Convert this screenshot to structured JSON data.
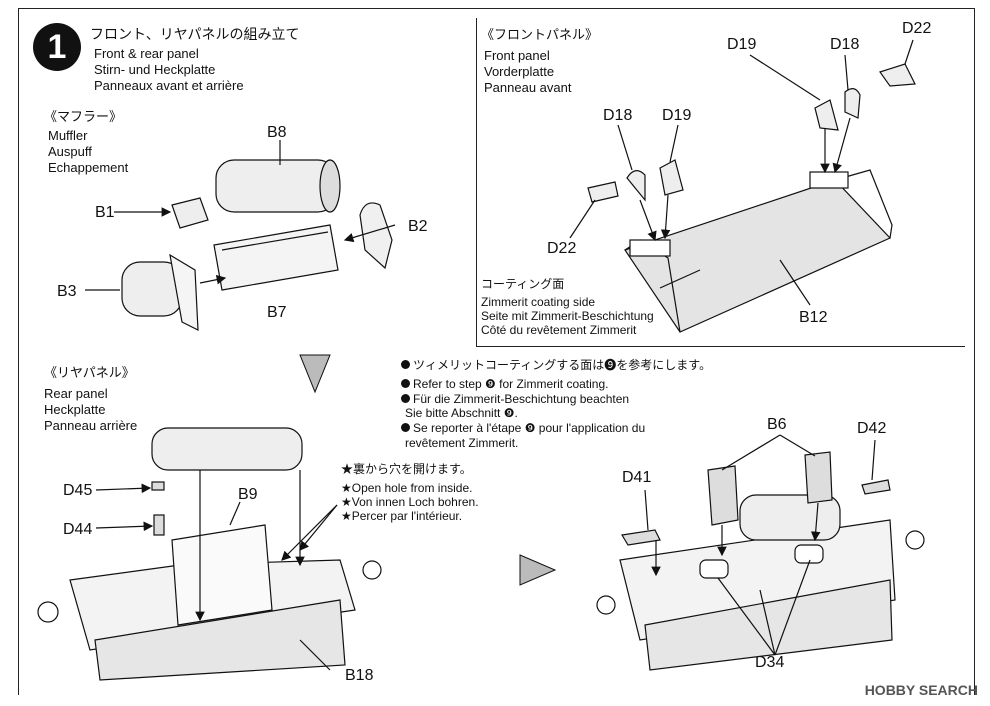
{
  "step": {
    "number": "1",
    "title_jp": "フロント、リヤパネルの組み立て",
    "title_en": "Front & rear panel",
    "title_de": "Stirn- und Heckplatte",
    "title_fr": "Panneaux avant et arrière"
  },
  "muffler": {
    "heading_jp": "《マフラー》",
    "en": "Muffler",
    "de": "Auspuff",
    "fr": "Echappement",
    "parts": [
      "B8",
      "B1",
      "B2",
      "B3",
      "B7"
    ]
  },
  "front_panel": {
    "heading_jp": "《フロントパネル》",
    "en": "Front panel",
    "de": "Vorderplatte",
    "fr": "Panneau avant",
    "coating_jp": "コーティング面",
    "coating_en": "Zimmerit coating side",
    "coating_de": "Seite mit Zimmerit-Beschichtung",
    "coating_fr": "Côté du revêtement Zimmerit",
    "parts": [
      "D19",
      "D18",
      "D22",
      "D18",
      "D19",
      "D22",
      "B12"
    ]
  },
  "rear_panel": {
    "heading_jp": "《リヤパネル》",
    "en": "Rear panel",
    "de": "Heckplatte",
    "fr": "Panneau arrière",
    "parts": [
      "D45",
      "D44",
      "B9",
      "B18"
    ],
    "hole_jp": "★裏から穴を開けます。",
    "hole_en": "★Open hole from inside.",
    "hole_de": "★Von innen Loch bohren.",
    "hole_fr": "★Percer par l'intérieur."
  },
  "notes": {
    "jp": "ツィメリットコーティングする面は❾を参考にします。",
    "en": "Refer to step ❾ for Zimmerit coating.",
    "de1": "Für die Zimmerit-Beschichtung beachten",
    "de2": "Sie bitte Abschnitt ❾.",
    "fr1": "Se reporter à l'étape ❾ pour l'application du",
    "fr2": "revêtement Zimmerit."
  },
  "final": {
    "parts": [
      "B6",
      "D42",
      "D41",
      "D34"
    ]
  },
  "watermark": "HOBBY SEARCH"
}
